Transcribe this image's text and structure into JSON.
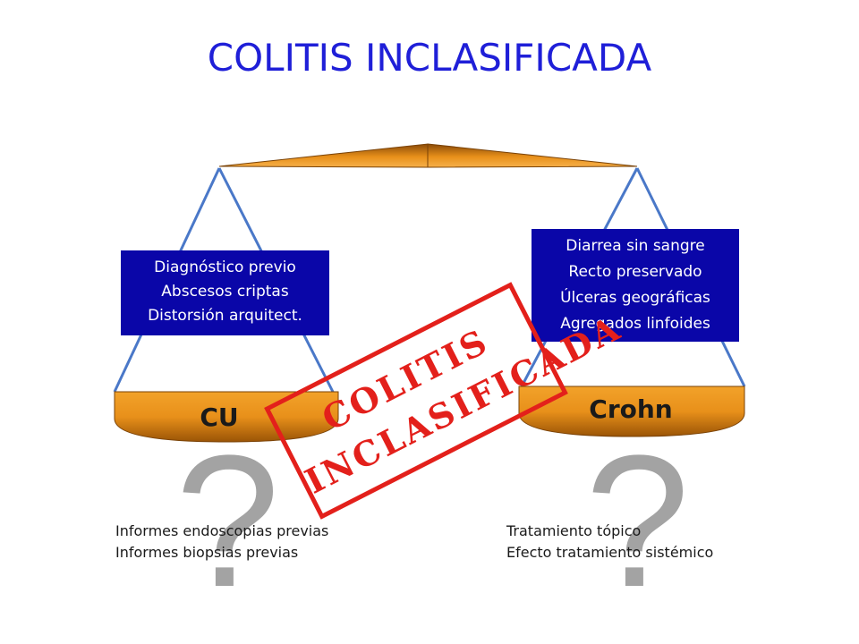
{
  "title": "COLITIS INCLASIFICADA",
  "left_pan": {
    "label": "CU",
    "box_lines": [
      "Diagnóstico previo",
      "Abscesos criptas",
      "Distorsión arquitect."
    ],
    "notes": [
      "Informes endoscopias previas",
      "Informes biopsias previas"
    ]
  },
  "right_pan": {
    "label": "Crohn",
    "box_lines": [
      "Diarrea sin sangre",
      "Recto preservado",
      "Úlceras geográficas",
      "Agregados linfoides"
    ],
    "notes": [
      "Tratamiento tópico",
      "Efecto tratamiento sistémico"
    ]
  },
  "question_mark": "?",
  "stamp_lines": [
    "COLITIS",
    "INCLASIFICADA"
  ],
  "colors": {
    "title": "#1f1fd8",
    "beam": "#e8901a",
    "pan": "#e8901a",
    "strings": "#4a78c8",
    "box": "#0a06a8",
    "stamp": "#e3201b",
    "question_mark": "#a3a3a3"
  }
}
